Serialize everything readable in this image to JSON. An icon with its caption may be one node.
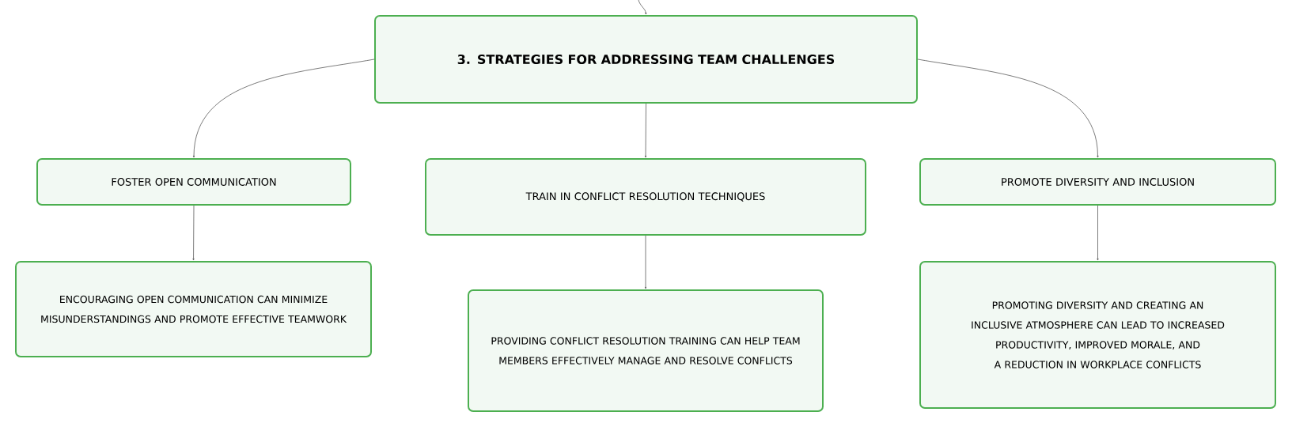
{
  "diagram": {
    "nodes": [
      {
        "text": [
          "3. STRATEGIES FOR ADDRESSING TEAM CHALLENGES"
        ]
      },
      {
        "text": [
          "FOSTER OPEN COMMUNICATION"
        ]
      },
      {
        "text": [
          "TRAIN IN CONFLICT RESOLUTION TECHNIQUES"
        ]
      },
      {
        "text": [
          "PROMOTE DIVERSITY AND INCLUSION"
        ]
      },
      {
        "text": [
          "ENCOURAGING OPEN COMMUNICATION CAN MINIMIZE MISUNDERSTANDINGS AND PROMOTE EFFECTIVE TEAMWORK"
        ]
      },
      {
        "text": [
          "PROVIDING CONFLICT RESOLUTION TRAINING CAN HELP TEAM MEMBERS EFFECTIVELY MANAGE AND RESOLVE CONFLICTS"
        ]
      },
      {
        "text": [
          "PROMOTING DIVERSITY AND CREATING AN INCLUSIVE ATMOSPHERE CAN LEAD TO INCREASED PRODUCTIVITY, IMPROVED MORALE, AND A REDUCTION IN WORKPLACE CONFLICTS"
        ]
      }
    ],
    "edges": [
      {
        "from": null,
        "to": 0,
        "arrow": "to"
      },
      {
        "from": 0,
        "to": 1,
        "arrow": "to"
      },
      {
        "from": 0,
        "to": 2,
        "arrow": "to"
      },
      {
        "from": 0,
        "to": 3,
        "arrow": "to"
      },
      {
        "from": 1,
        "to": 4,
        "arrow": "to"
      },
      {
        "from": 2,
        "to": 5,
        "arrow": "to"
      },
      {
        "from": 3,
        "to": 6,
        "arrow": "to"
      }
    ]
  }
}
